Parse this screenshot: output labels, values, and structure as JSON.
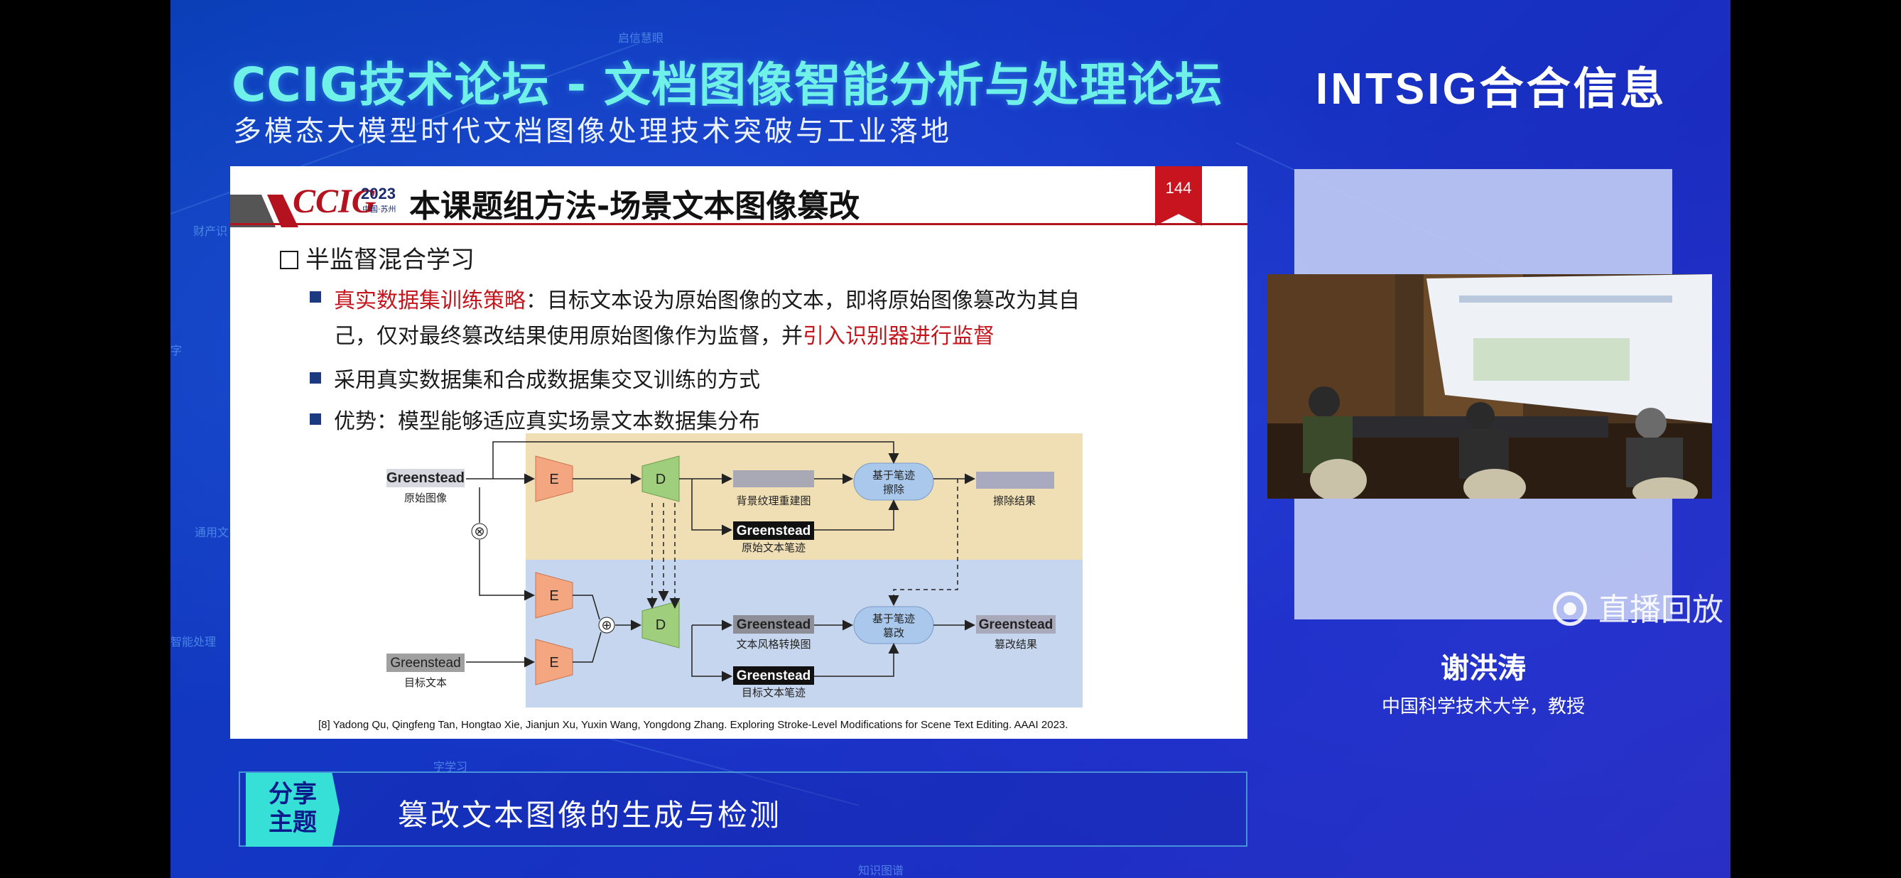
{
  "header": {
    "title": "CCIG技术论坛 - 文档图像智能分析与处理论坛",
    "subtitle": "多模态大模型时代文档图像处理技术突破与工业落地",
    "brand": "INTSIG合合信息"
  },
  "background_words": [
    "启信慧眼",
    "财产识",
    "字",
    "通用文",
    "智能处理",
    "知识图谱",
    "字学习"
  ],
  "slide": {
    "logo": "CCIG",
    "logo_year": "2023",
    "logo_city": "中国·苏州",
    "title": "本课题组方法-场景文本图像篡改",
    "page_number": "144",
    "section_heading": "半监督混合学习",
    "bullets": [
      {
        "highlight": "真实数据集训练策略",
        "text1": "：目标文本设为原始图像的文本，即将原始图像篡改为其自",
        "text2": "己，仅对最终篡改结果使用原始图像作为监督，并",
        "highlight2": "引入识别器进行监督"
      },
      {
        "text": "采用真实数据集和合成数据集交叉训练的方式"
      },
      {
        "text": "优势：模型能够适应真实场景文本数据集分布"
      }
    ],
    "citation": "[8] Yadong Qu, Qingfeng Tan, Hongtao Xie, Jianjun Xu, Yuxin Wang, Yongdong Zhang. Exploring Stroke-Level Modifications for Scene Text Editing. AAAI 2023.",
    "diagram": {
      "word": "Greenstead",
      "label_original": "原始图像",
      "label_target": "目标文本",
      "encoder": "E",
      "decoder": "D",
      "bg_recon": "背景纹理重建图",
      "orig_stroke": "原始文本笔迹",
      "style_transfer": "文本风格转换图",
      "target_stroke": "目标文本笔迹",
      "erase_node": [
        "基于笔迹",
        "擦除"
      ],
      "tamper_node": [
        "基于笔迹",
        "篡改"
      ],
      "erase_result": "擦除结果",
      "tamper_result": "篡改结果",
      "mult_symbol": "⊗",
      "add_symbol": "⊕"
    }
  },
  "speaker": {
    "name": "谢洪涛",
    "affiliation": "中国科学技术大学，教授",
    "replay_label": "直播回放"
  },
  "topic": {
    "tag_line1": "分享",
    "tag_line2": "主题",
    "text": "篡改文本图像的生成与检测"
  },
  "colors": {
    "title_cyan": "#6ff0e8",
    "slide_red": "#c4161c",
    "band_top": "#f0dfb4",
    "band_bottom": "#c6d6ee",
    "encoder_fill": "#f4a680",
    "decoder_fill": "#9fcf7c",
    "node_fill": "#a9c8ec"
  }
}
